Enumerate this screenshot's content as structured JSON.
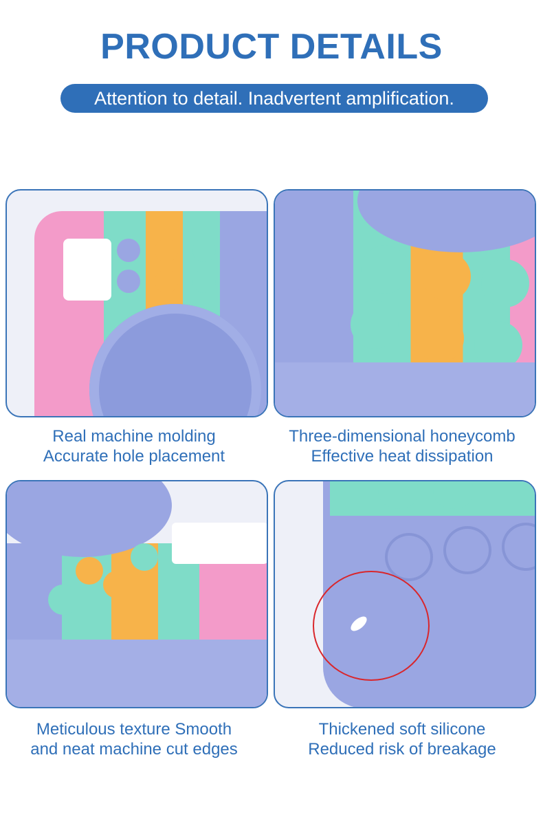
{
  "header": {
    "title": "PRODUCT DETAILS",
    "subtitle": "Attention to detail. Inadvertent amplification."
  },
  "panels": [
    {
      "caption_line1": "Real machine molding",
      "caption_line2": "Accurate hole placement"
    },
    {
      "caption_line1": "Three-dimensional honeycomb",
      "caption_line2": "Effective heat dissipation"
    },
    {
      "caption_line1": "Meticulous texture Smooth",
      "caption_line2": "and neat machine cut edges"
    },
    {
      "caption_line1": "Thickened soft silicone",
      "caption_line2": "Reduced risk of breakage"
    }
  ],
  "colors": {
    "brand_blue": "#2f6fb8",
    "highlight_circle": "#d9262b"
  }
}
